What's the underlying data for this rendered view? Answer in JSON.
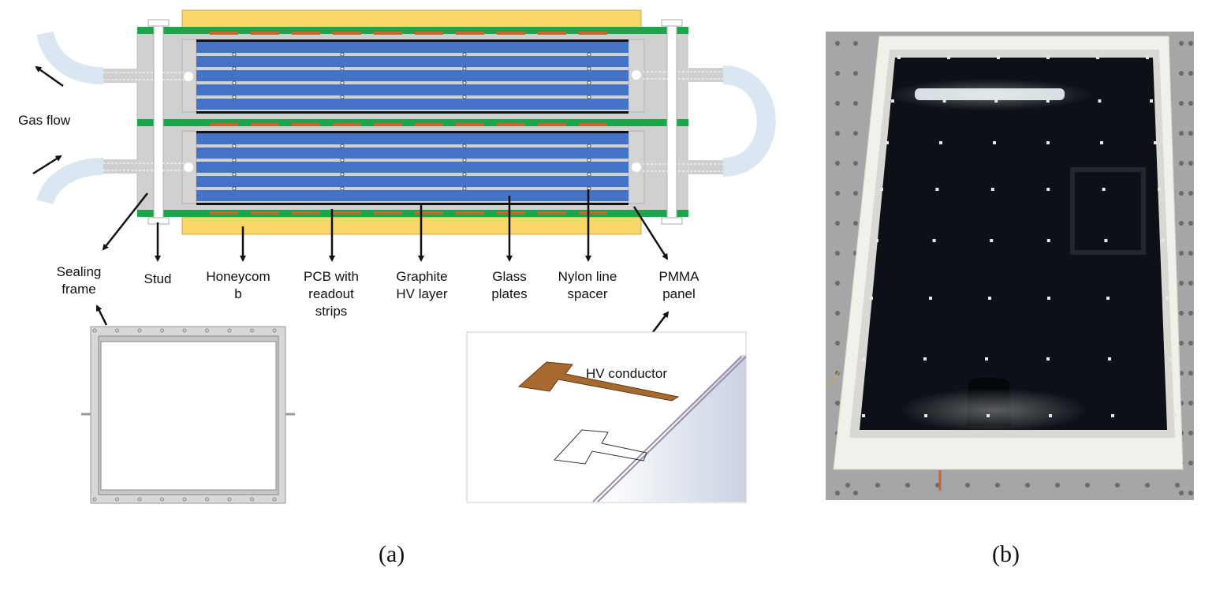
{
  "panel_a": {
    "caption": "(a)",
    "gas_flow_label": "Gas flow",
    "hv_conductor_label": "HV conductor",
    "labels": {
      "sealing_frame": [
        "Sealing",
        "frame"
      ],
      "stud": [
        "Stud"
      ],
      "honeycomb": [
        "Honeycom",
        "b"
      ],
      "pcb": [
        "PCB with",
        "readout",
        "strips"
      ],
      "graphite": [
        "Graphite",
        "HV layer"
      ],
      "glass": [
        "Glass",
        "plates"
      ],
      "nylon": [
        "Nylon line",
        "spacer"
      ],
      "pmma": [
        "PMMA",
        "panel"
      ]
    }
  },
  "panel_b": {
    "caption": "(b)"
  },
  "colors": {
    "honeycomb": "#fbd669",
    "pcb_green": "#1aa64a",
    "readout_strip": "#c5682c",
    "glass_blue": "#4472c4",
    "frame_gray": "#d0d0d0",
    "gas_pipe": "#dbe6f3",
    "hv_conductor": "#a8692e",
    "photo_glass": "#0d1117",
    "photo_frame": "#f2f0ea",
    "photo_table": "#a6a6a6"
  }
}
